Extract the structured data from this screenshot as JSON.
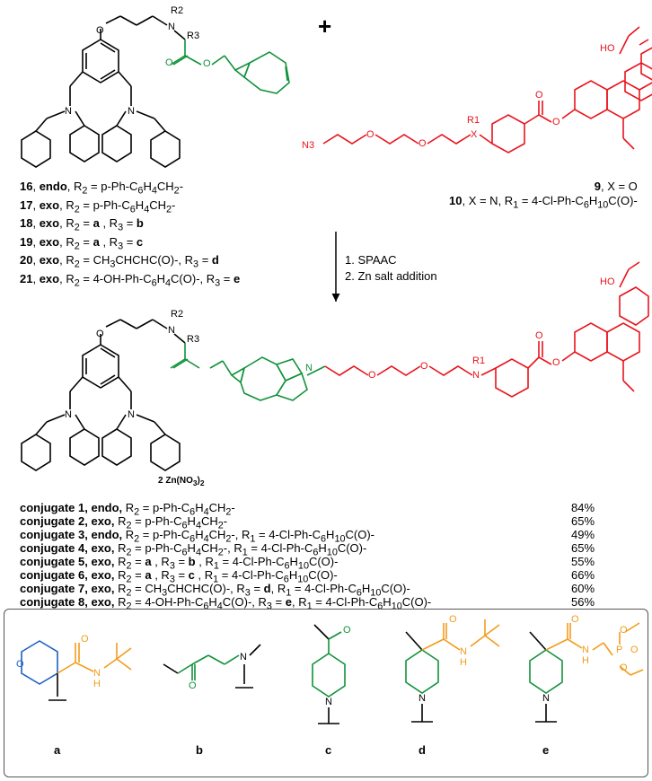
{
  "reaction": {
    "plus": "+",
    "step1": "1. SPAAC",
    "step2": "2. Zn salt addition",
    "zn_salt": "2 Zn(NO3)2"
  },
  "reactant_list": [
    {
      "num": "16",
      "iso": "endo",
      "text": "R2 = p-Ph-C6H4CH2-"
    },
    {
      "num": "17",
      "iso": "exo",
      "text": "R2 = p-Ph-C6H4CH2-"
    },
    {
      "num": "18",
      "iso": "exo",
      "text": "R2 = a , R3 = b"
    },
    {
      "num": "19",
      "iso": "exo",
      "text": "R2 = a , R3 = c"
    },
    {
      "num": "20",
      "iso": "exo",
      "text": "R2 = CH3CHCHC(O)-, R3 = d"
    },
    {
      "num": "21",
      "iso": "exo",
      "text": "R2 = 4-OH-Ph-C6H4C(O)-, R3 = e"
    }
  ],
  "azides": [
    {
      "num": "9",
      "text": "X = O"
    },
    {
      "num": "10",
      "text": "X = N, R1 = 4-Cl-Ph-C6H10C(O)-"
    }
  ],
  "conjugates": [
    {
      "label": "conjugate 1, endo,",
      "text": "R2 = p-Ph-C6H4CH2-",
      "yield": "84%"
    },
    {
      "label": "conjugate 2, exo,",
      "text": "R2 = p-Ph-C6H4CH2-",
      "yield": "65%"
    },
    {
      "label": "conjugate 3, endo,",
      "text": "R2 = p-Ph-C6H4CH2-, R1 = 4-Cl-Ph-C6H10C(O)-",
      "yield": "49%"
    },
    {
      "label": "conjugate 4, exo,",
      "text": "R2 = p-Ph-C6H4CH2-, R1 = 4-Cl-Ph-C6H10C(O)-",
      "yield": "65%"
    },
    {
      "label": "conjugate 5, exo,",
      "text": "R2 = a , R3 = b , R1 = 4-Cl-Ph-C6H10C(O)-",
      "yield": "55%"
    },
    {
      "label": "conjugate 6, exo,",
      "text": "R2 = a , R3 = c , R1 = 4-Cl-Ph-C6H10C(O)-",
      "yield": "66%"
    },
    {
      "label": "conjugate 7, exo,",
      "text": "R2 = CH3CHCHC(O)-, R3 = d, R1 = 4-Cl-Ph-C6H10C(O)-",
      "yield": "60%"
    },
    {
      "label": "conjugate 8, exo,",
      "text": "R2 = 4-OH-Ph-C6H4C(O)-, R3 = e, R1 = 4-Cl-Ph-C6H10C(O)-",
      "yield": "56%"
    }
  ],
  "substituents": [
    "a",
    "b",
    "c",
    "d",
    "e"
  ],
  "atoms": {
    "O": "O",
    "N": "N",
    "N3": "N3",
    "X": "X",
    "R1": "R1",
    "R2": "R2",
    "R3": "R3",
    "HO": "HO",
    "H": "H",
    "P": "P"
  },
  "colors": {
    "linker": "#11923b",
    "drug": "#e8141c",
    "amide": "#f39b1b",
    "oxane": "#1f5fbf",
    "black": "#000000"
  }
}
